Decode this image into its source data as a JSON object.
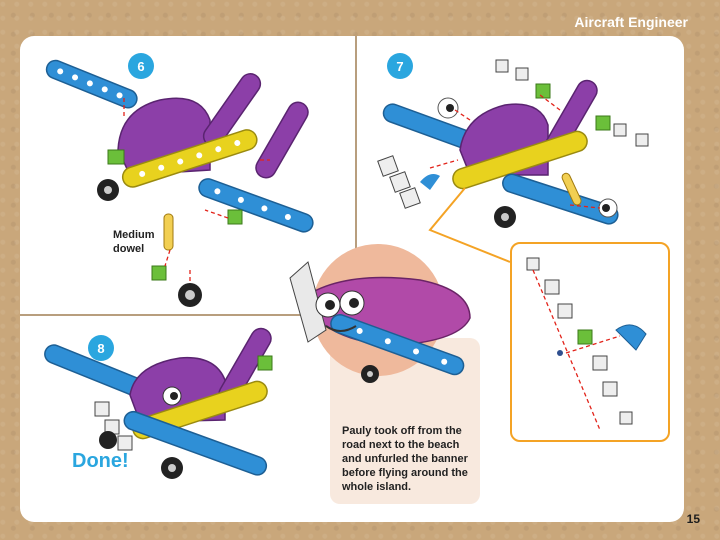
{
  "header": {
    "title": "Aircraft Engineer"
  },
  "footer": {
    "page_number": "15"
  },
  "steps": [
    {
      "number": "6",
      "label_line1": "Medium",
      "label_line2": "dowel"
    },
    {
      "number": "7"
    },
    {
      "number": "8",
      "done_label": "Done!"
    }
  ],
  "story": {
    "lines": [
      "Pauly took off from the",
      "road next to the beach",
      "and unfurled the banner",
      "before flying around the",
      "whole island."
    ]
  },
  "colors": {
    "kraft": "#c9a77b",
    "badge": "#2aa6df",
    "accent_orange": "#f4a325",
    "purple": "#8c3fa8",
    "blue": "#2f8fd6",
    "yellow": "#e8d21e",
    "green": "#6bbf3a"
  },
  "icons": [
    "airplane-model-icon",
    "wheel-icon",
    "dowel-icon",
    "eye-piece-icon",
    "pauly-plane-character-icon"
  ]
}
